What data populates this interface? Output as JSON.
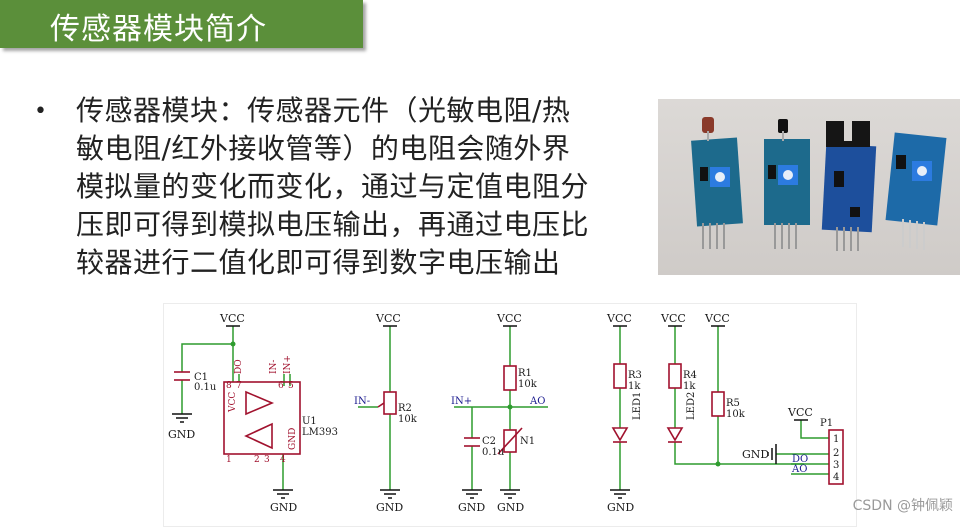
{
  "title": "传感器模块简介",
  "bullet": {
    "lines": [
      "传感器模块：传感器元件（光敏电阻/热",
      "敏电阻/红外接收管等）的电阻会随外界",
      "模拟量的变化而变化，通过与定值电阻分",
      "压即可得到模拟电压输出，再通过电压比",
      "较器进行二值化即可得到数字电压输出"
    ]
  },
  "schematic": {
    "vcc": "VCC",
    "gnd": "GND",
    "c1": "C1",
    "c1_value": "0.1u",
    "u1": "U1",
    "u1_part": "LM393",
    "pin_vcc": "VCC",
    "pin_gnd": "GND",
    "pin_do": "DO",
    "pin_in_minus": "IN-",
    "pin_in_plus": "IN+",
    "pin8": "8",
    "pin7": "7",
    "pin6": "6",
    "pin5": "5",
    "pin1": "1",
    "pin2": "2",
    "pin3": "3",
    "pin4": "4",
    "r2": "R2",
    "r2_value": "10k",
    "net_in_minus": "IN-",
    "net_in_plus": "IN+",
    "r1": "R1",
    "r1_value": "10k",
    "ao": "AO",
    "c2": "C2",
    "c2_value": "0.1u",
    "n1": "N1",
    "r3": "R3",
    "r3_value": "1k",
    "led1": "LED1",
    "r4": "R4",
    "r4_value": "1k",
    "led2": "LED2",
    "r5": "R5",
    "r5_value": "10k",
    "p1": "P1",
    "do": "DO",
    "p1_pin1": "1",
    "p1_pin2": "2",
    "p1_pin3": "3",
    "p1_pin4": "4"
  },
  "watermark": "CSDN @钟佩颖",
  "colors": {
    "title_bg": "#5b8f3a",
    "wire": "#2e9c2e",
    "component": "#a1122e",
    "label": "#1b1b8f"
  }
}
